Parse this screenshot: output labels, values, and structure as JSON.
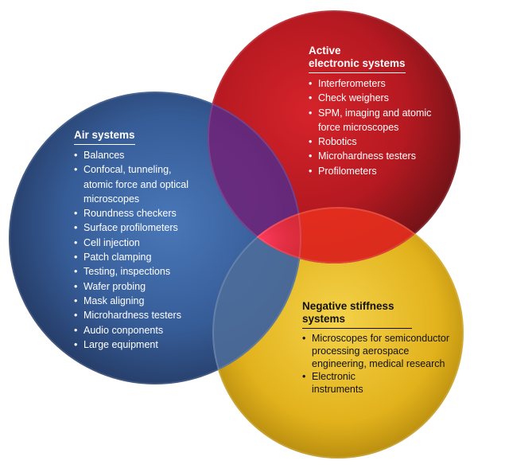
{
  "diagram": {
    "type": "venn",
    "sets": [
      {
        "id": "air",
        "color": "#1f3d7a",
        "title_lines": [
          "Air systems"
        ],
        "items": [
          "Balances",
          "Confocal, tunneling, atomic force and optical microscopes",
          "Roundness checkers",
          "Surface profilometers",
          "Cell injection",
          "Patch clamping",
          "Testing, inspections",
          "Wafer probing",
          "Mask aligning",
          "Microhardness testers",
          "Audio conponents",
          "Large equipment"
        ]
      },
      {
        "id": "active",
        "color": "#b5121b",
        "title_lines": [
          "Active",
          "electronic systems"
        ],
        "items": [
          "Interferometers",
          "Check weighers",
          "SPM, imaging and atomic force microscopes",
          "Robotics",
          "Microhardness testers",
          "Profilometers"
        ]
      },
      {
        "id": "negative",
        "color": "#e6b81e",
        "title_lines": [
          "Negative stiffness",
          "systems"
        ],
        "items": [
          "Microscopes for semiconductor processing aerospace engineering, medical research",
          "Electronic instruments"
        ]
      }
    ]
  }
}
